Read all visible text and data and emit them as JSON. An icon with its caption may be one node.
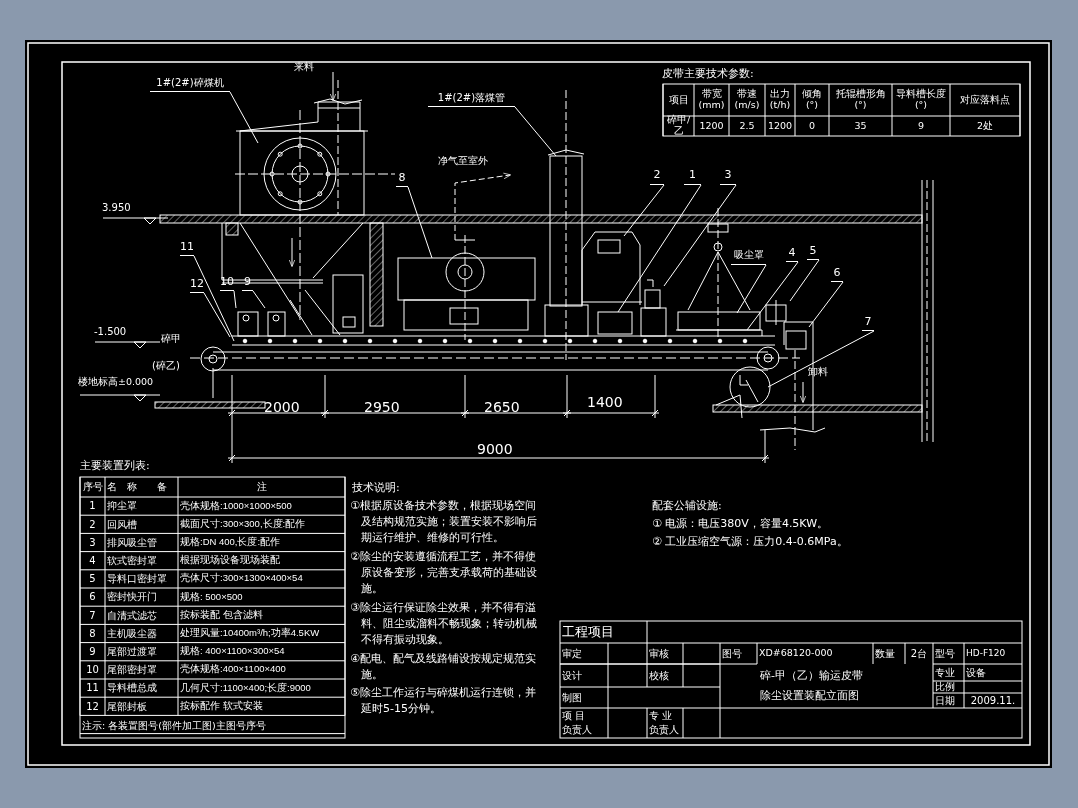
{
  "diagram": {
    "title": "碎-甲（乙）输运皮带除尘设置装配立面图",
    "nodes": [
      {
        "text": [
          "1#(2#)碎煤机"
        ]
      },
      {
        "text": [
          "1#(2#)落煤管"
        ]
      },
      {
        "text": [
          "吸尘罩"
        ]
      },
      {
        "text": [
          "1"
        ]
      },
      {
        "text": [
          "2"
        ]
      },
      {
        "text": [
          "3"
        ]
      },
      {
        "text": [
          "4"
        ]
      },
      {
        "text": [
          "5"
        ]
      },
      {
        "text": [
          "6"
        ]
      },
      {
        "text": [
          "7"
        ]
      },
      {
        "text": [
          "8"
        ]
      },
      {
        "text": [
          "9"
        ]
      },
      {
        "text": [
          "10"
        ]
      },
      {
        "text": [
          "11"
        ]
      },
      {
        "text": [
          "12"
        ]
      }
    ],
    "edges": [
      {
        "from": 0,
        "to": null,
        "arrow": "none"
      },
      {
        "from": 1,
        "to": null,
        "arrow": "none"
      },
      {
        "from": 2,
        "to": null,
        "arrow": "none"
      },
      {
        "from": 3,
        "to": null,
        "arrow": "none"
      },
      {
        "from": 4,
        "to": null,
        "arrow": "none"
      },
      {
        "from": 5,
        "to": null,
        "arrow": "none"
      },
      {
        "from": 6,
        "to": null,
        "arrow": "none"
      },
      {
        "from": 7,
        "to": null,
        "arrow": "none"
      },
      {
        "from": 8,
        "to": null,
        "arrow": "none"
      },
      {
        "from": 9,
        "to": null,
        "arrow": "none"
      },
      {
        "from": 10,
        "to": null,
        "arrow": "none"
      },
      {
        "from": 11,
        "to": null,
        "arrow": "none"
      },
      {
        "from": 12,
        "to": null,
        "arrow": "none"
      },
      {
        "from": 13,
        "to": null,
        "arrow": "none"
      },
      {
        "from": 14,
        "to": null,
        "arrow": "none"
      }
    ],
    "labels": [
      "皮带主要技术参数:",
      "项目",
      "带宽 (mm)",
      "带速 (m/s)",
      "出力 (t/h)",
      "倾角 (°)",
      "托辊槽形角 (°)",
      "导料槽长度 (°)",
      "对应落料点",
      "碎甲/乙",
      "1200",
      "2.5",
      "1200",
      "0",
      "35",
      "9",
      "2处",
      "主要装置列表:",
      "序号",
      "名　称　　备",
      "注",
      "1",
      "抑尘罩",
      "壳体规格:1000×1000×500",
      "2",
      "回风槽",
      "截面尺寸:300×300,长度:配作",
      "3",
      "排风吸尘管",
      "规格:DN 400,长度:配作",
      "4",
      "软式密封罩",
      "根据现场设备现场装配",
      "5",
      "导料口密封罩",
      "壳体尺寸:300×1300×400×54",
      "6",
      "密封快开门",
      "规格: 500×500",
      "7",
      "自清式滤芯",
      "按标装配 包含滤料",
      "8",
      "主机吸尘器",
      "处理风量:10400m³/h;功率4.5KW",
      "9",
      "尾部过渡罩",
      "规格: 400×1100×300×54",
      "10",
      "尾部密封罩",
      "壳体规格:400×1100×400",
      "11",
      "导料槽总成",
      "几何尺寸:1100×400;长度:9000",
      "12",
      "尾部封板",
      "按标配作 软式安装",
      "注示: 各装置图号(部件加工图)主图号序号",
      "技术说明:",
      "①根据原设备技术参数，根据现场空间及结构规范实施；装置安装不影响后期运行维护、维修的可行性。",
      "②除尘的安装遵循流程工艺，并不得使原设备变形，完善支承载荷的基础设施。",
      "③除尘运行保证除尘效果，并不得有溢料、阻尘或溜料不畅现象；转动机械不得有振动现象。",
      "④配电、配气及线路铺设按规定规范实施。",
      "⑤除尘工作运行与碎煤机运行连锁，并延时5-15分钟。",
      "配套公辅设施:",
      "① 电源：电压380V，容量4.5KW。",
      "② 工业压缩空气源：压力0.4-0.6MPa。",
      "工程项目",
      "审定",
      "审核",
      "图号",
      "XD#68120-000",
      "数量",
      "2台",
      "型号",
      "HD-F120",
      "设计",
      "校核",
      "专业",
      "设备",
      "比例",
      "制图",
      "日期",
      "2009.11.",
      "项 目",
      "负责人",
      "专 业",
      "负责人",
      "来料",
      "净气至室外",
      "3.950",
      "-1.500",
      "碎甲",
      "(碎乙)",
      "楼地标高±0.000",
      "卸料",
      "2000",
      "2950",
      "2650",
      "1400",
      "9000"
    ]
  }
}
